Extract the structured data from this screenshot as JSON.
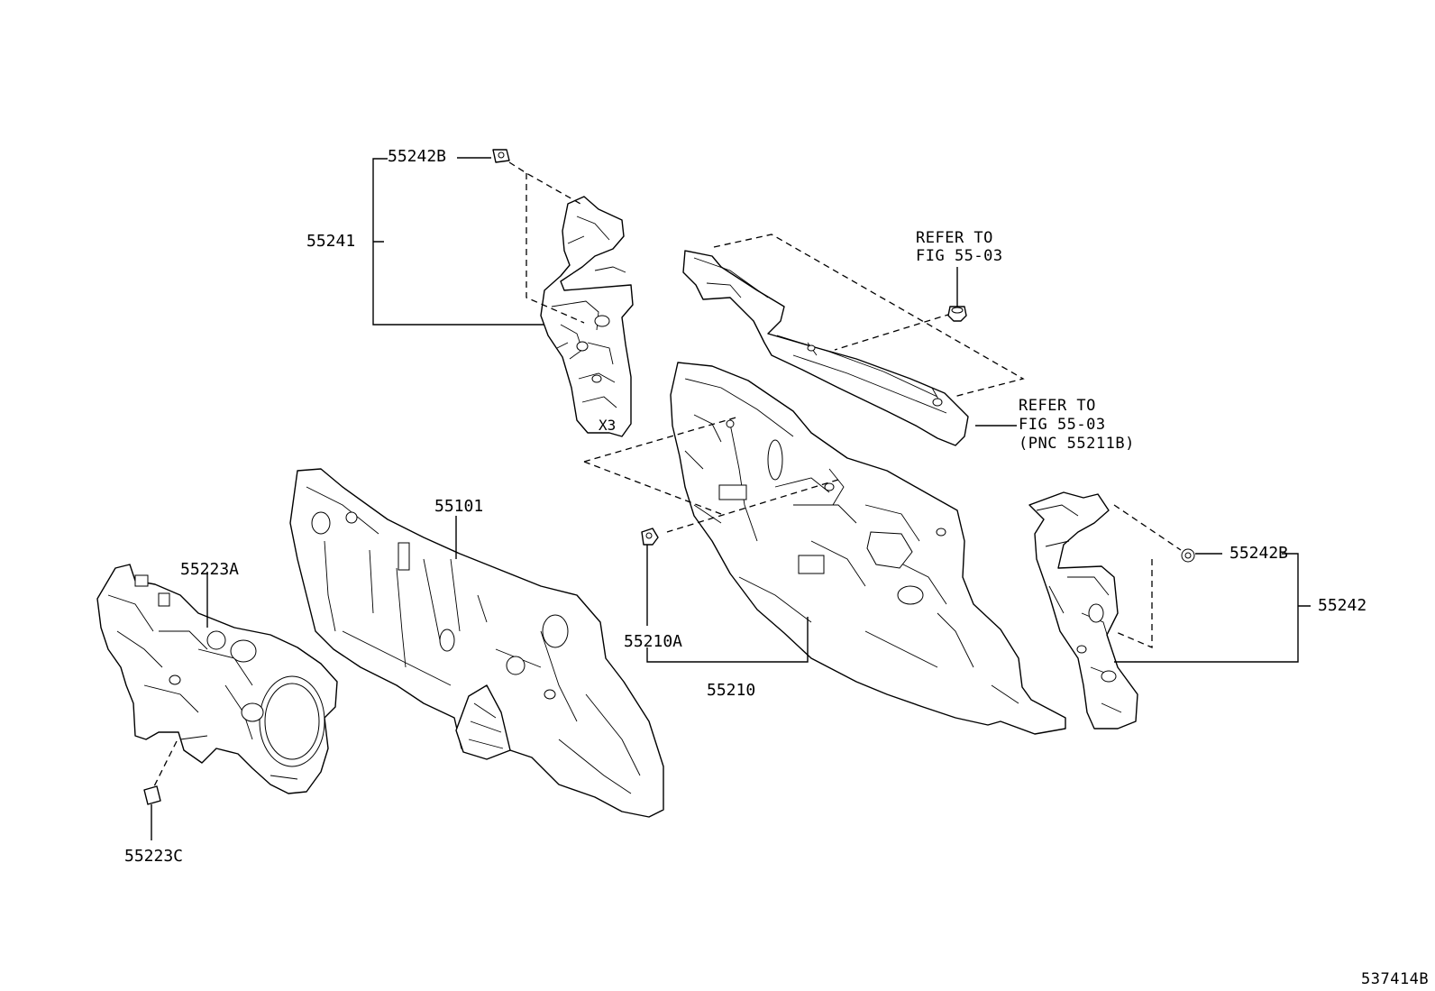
{
  "callouts": {
    "p55242B_top": "55242B",
    "p55241": "55241",
    "refer_top_line1": "REFER TO",
    "refer_top_line2": "FIG 55-03",
    "refer_mid_line1": "REFER TO",
    "refer_mid_line2": "FIG 55-03",
    "refer_mid_line3": "(PNC 55211B)",
    "p55101": "55101",
    "p55223A": "55223A",
    "p55210A": "55210A",
    "p55210": "55210",
    "p55242B_right": "55242B",
    "p55242": "55242",
    "p55223C": "55223C",
    "x3_mark": "X3"
  },
  "footer": {
    "illustration_number": "537414B"
  }
}
